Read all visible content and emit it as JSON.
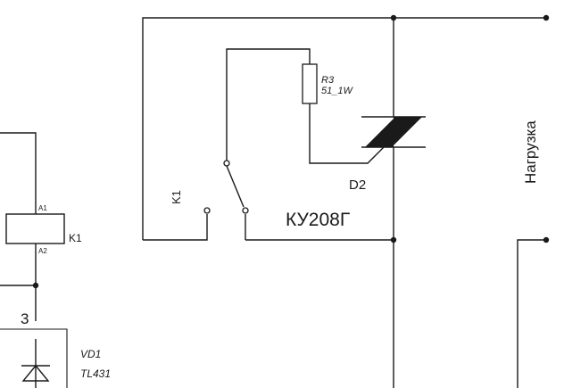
{
  "relay": {
    "ref": "K1",
    "pin1": "A1",
    "pin2": "A2"
  },
  "contact": {
    "ref": "K1"
  },
  "resistor": {
    "ref": "R3",
    "value": "51_1W"
  },
  "triac": {
    "ref": "D2",
    "part": "КУ208Г"
  },
  "load": {
    "label": "Нагрузка"
  },
  "zener": {
    "ref": "VD1",
    "part": "TL431"
  },
  "node_number": "3"
}
